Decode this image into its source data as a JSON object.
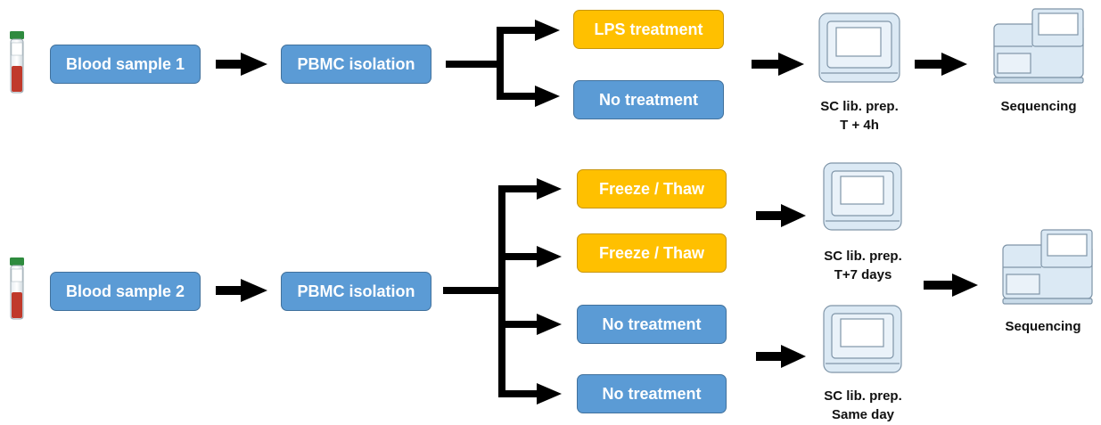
{
  "row1": {
    "sample": "Blood sample 1",
    "isolation": "PBMC isolation",
    "treatments": [
      "LPS treatment",
      "No treatment"
    ],
    "lib_prep": [
      "SC lib. prep.",
      "T + 4h"
    ],
    "sequencing": "Sequencing"
  },
  "row2": {
    "sample": "Blood sample 2",
    "isolation": "PBMC isolation",
    "treatments": [
      "Freeze / Thaw",
      "Freeze / Thaw",
      "No treatment",
      "No treatment"
    ],
    "lib_prep_a": [
      "SC lib. prep.",
      "T+7 days"
    ],
    "lib_prep_b": [
      "SC lib. prep.",
      "Same day"
    ],
    "sequencing": "Sequencing"
  },
  "colors": {
    "blue_box": "#5b9bd5",
    "yellow_box": "#ffc000",
    "arrow": "#000000",
    "tube_blood": "#c0392b",
    "tube_cap": "#2e8b3e",
    "machine": "#dbe9f4"
  },
  "icons": [
    "blood-tube-icon",
    "library-prep-machine-icon",
    "sequencer-icon"
  ]
}
